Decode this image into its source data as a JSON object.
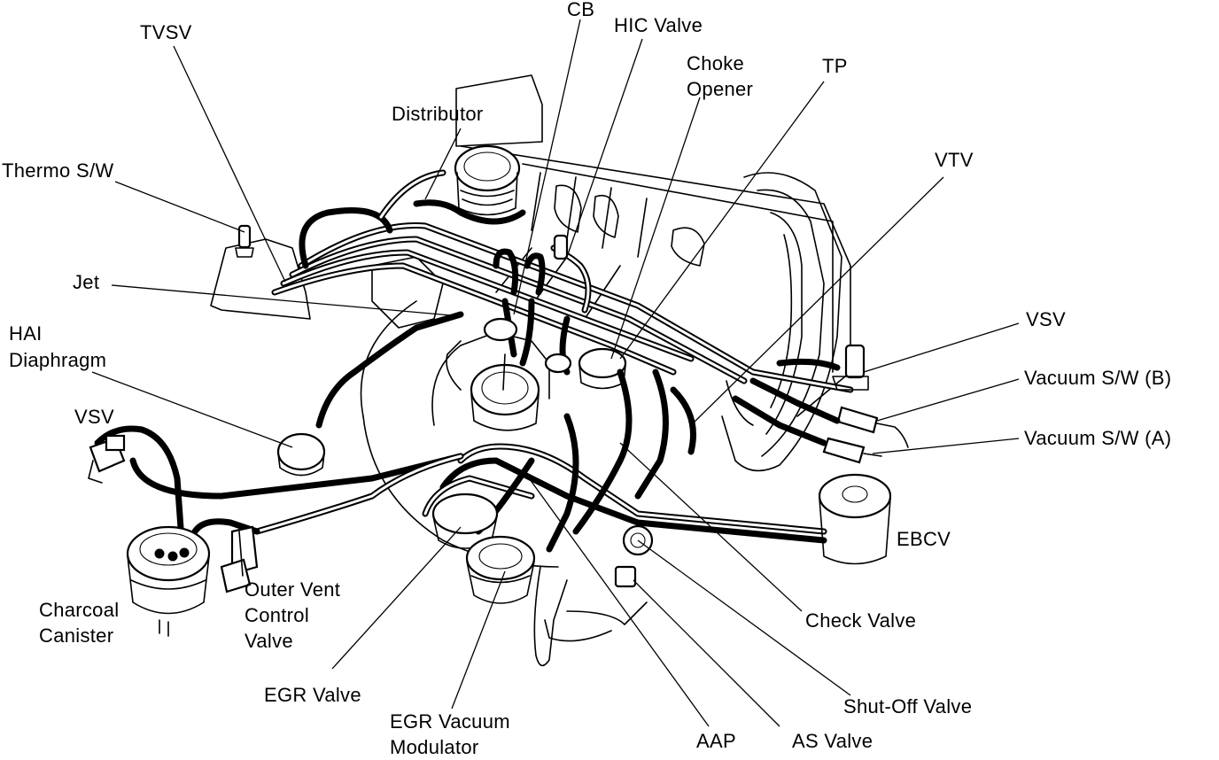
{
  "labels": {
    "cb": "CB",
    "hic_valve": "HIC Valve",
    "tvsv": "TVSV",
    "choke_opener_1": "Choke",
    "choke_opener_2": "Opener",
    "tp": "TP",
    "distributor": "Distributor",
    "vtv": "VTV",
    "thermo_sw": "Thermo S/W",
    "jet": "Jet",
    "hai_1": "HAI",
    "hai_2": "Diaphragm",
    "vsv_right": "VSV",
    "vacuum_sw_b": "Vacuum S/W (B)",
    "vacuum_sw_a": "Vacuum S/W (A)",
    "vsv_left": "VSV",
    "ebcv": "EBCV",
    "charcoal_1": "Charcoal",
    "charcoal_2": "Canister",
    "outer_vent_1": "Outer Vent",
    "outer_vent_2": "Control",
    "outer_vent_3": "Valve",
    "check_valve": "Check Valve",
    "egr_valve": "EGR Valve",
    "shutoff_valve": "Shut-Off Valve",
    "egr_vac_1": "EGR Vacuum",
    "egr_vac_2": "Modulator",
    "aap": "AAP",
    "as_valve": "AS Valve"
  }
}
